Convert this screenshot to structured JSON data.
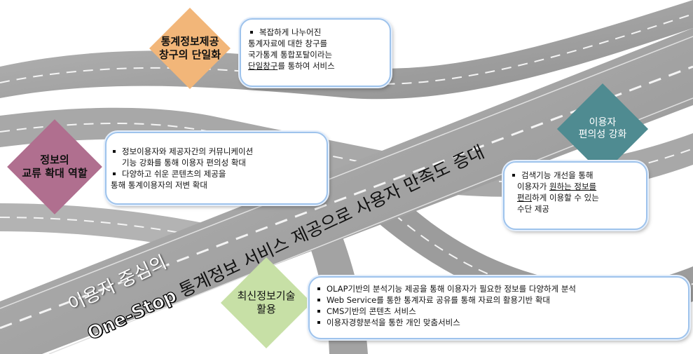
{
  "road": {
    "line1": "이용자 중심의",
    "line2_bold": "One-Stop",
    "line2_rest": " 통계정보 서비스 제공으로 사용자 만족도 증대"
  },
  "diamonds": {
    "stats_window": {
      "line1": "통계정보제공",
      "line2": "창구의 단일화",
      "color": "#f2b679"
    },
    "exchange": {
      "line1": "정보의",
      "line2": "교류 확대 역할",
      "color": "#b06f8f"
    },
    "convenience": {
      "line1": "이용자",
      "line2": "편의성 강화",
      "color": "#4f8b91"
    },
    "latest_tech": {
      "line1": "최신정보기술",
      "line2": "활용",
      "color": "#c7e0a6"
    }
  },
  "boxes": {
    "top": {
      "line1": "복잡하게 나누어진",
      "line2": "통계자료에 대한 창구를",
      "line3": "국가통계 통합포탈이라는",
      "line4_u": "단일창구",
      "line4_rest": "를 통하여 서비스"
    },
    "left": {
      "item1_line1": "정보이용자와 제공자간의 커뮤니케이션",
      "item1_line2": "기능 강화를 통해 이용자 편의성 확대",
      "item2_line1": "다양하고 쉬운 콘텐츠의 제공을",
      "item2_line2": "통해 통계이용자의 저변 확대"
    },
    "right": {
      "line1": "검색기능 개선을 통해",
      "line2_a": "이용자가 ",
      "line2_u": "원하는 정보를",
      "line3_u": "편리",
      "line3_rest": "하게 이용할 수 있는",
      "line4": "수단 제공"
    },
    "bottom": {
      "item1": "OLAP기반의 분석기능 제공을 통해 이용자가 필요한 정보를 다양하게 분석",
      "item2": "Web Service를 통한 통계자료 공유를 통해 자료의 활용기반 확대",
      "item3": "CMS기반의 콘텐츠 서비스",
      "item4": "이용자경향분석을 통한 개인 맞춤서비스"
    }
  }
}
